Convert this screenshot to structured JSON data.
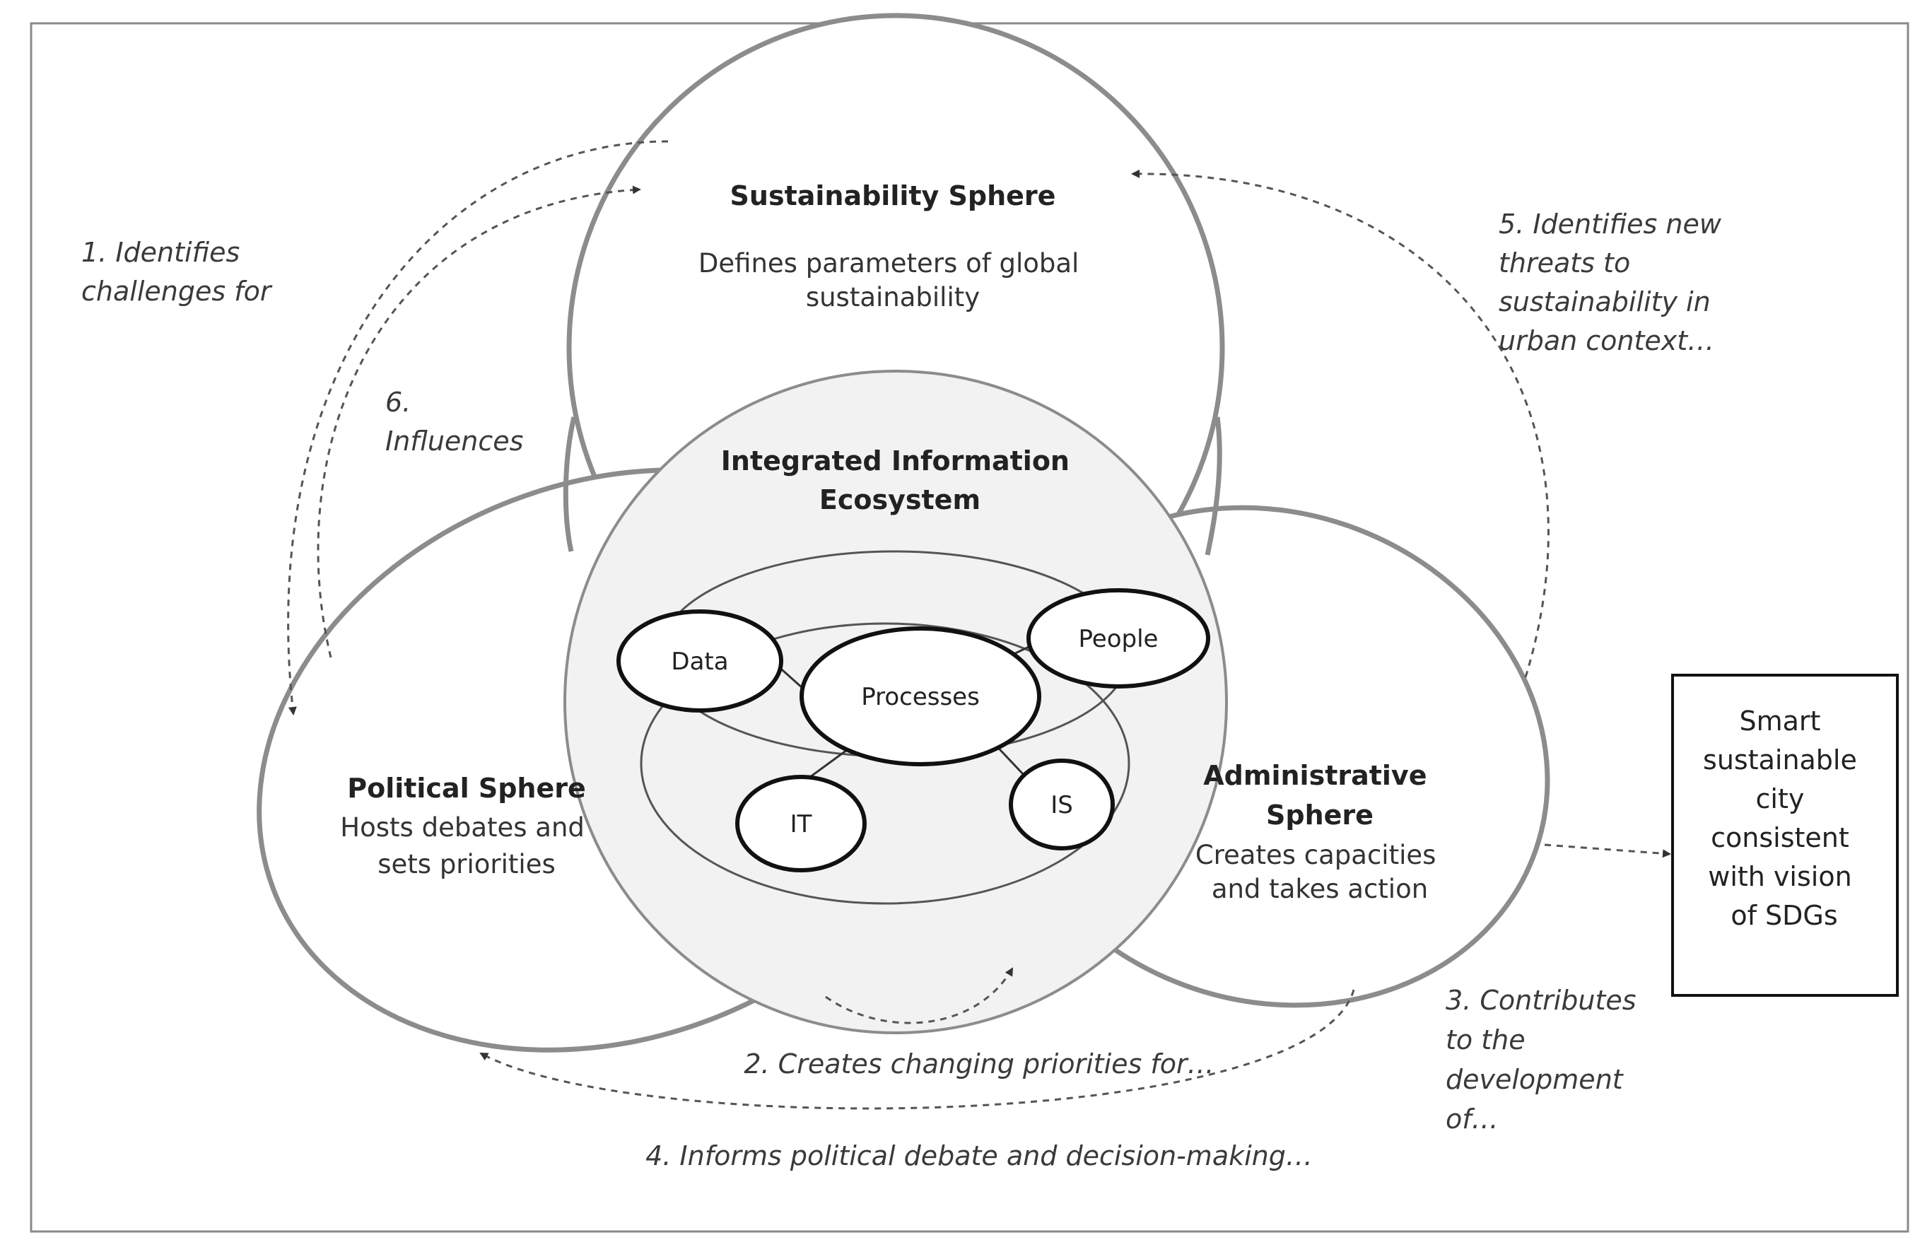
{
  "spheres": {
    "sustainability": {
      "title": "Sustainability Sphere",
      "desc": [
        "Defines parameters of global",
        "sustainability"
      ]
    },
    "political": {
      "title": "Political Sphere",
      "desc": [
        "Hosts debates and",
        "sets priorities"
      ]
    },
    "administrative": {
      "title": [
        "Administrative",
        "Sphere"
      ],
      "desc": [
        "Creates capacities",
        "and takes action"
      ]
    }
  },
  "ecosystem": {
    "title": [
      "Integrated Information",
      "Ecosystem"
    ],
    "nodes": [
      "Data",
      "Processes",
      "People",
      "IT",
      "IS"
    ]
  },
  "outcome_box": [
    "Smart",
    "sustainable",
    "city",
    "consistent",
    "with vision",
    "of SDGs"
  ],
  "flows": {
    "f1": [
      "1. Identifies",
      "challenges for"
    ],
    "f2": "2. Creates changing priorities for…",
    "f3": [
      "3. Contributes",
      "to the",
      "development",
      "of…"
    ],
    "f4": "4. Informs political debate and decision-making…",
    "f5": [
      "5. Identifies new",
      "threats to",
      "sustainability in",
      "urban context…"
    ],
    "f6": [
      "6.",
      "Influences"
    ]
  }
}
